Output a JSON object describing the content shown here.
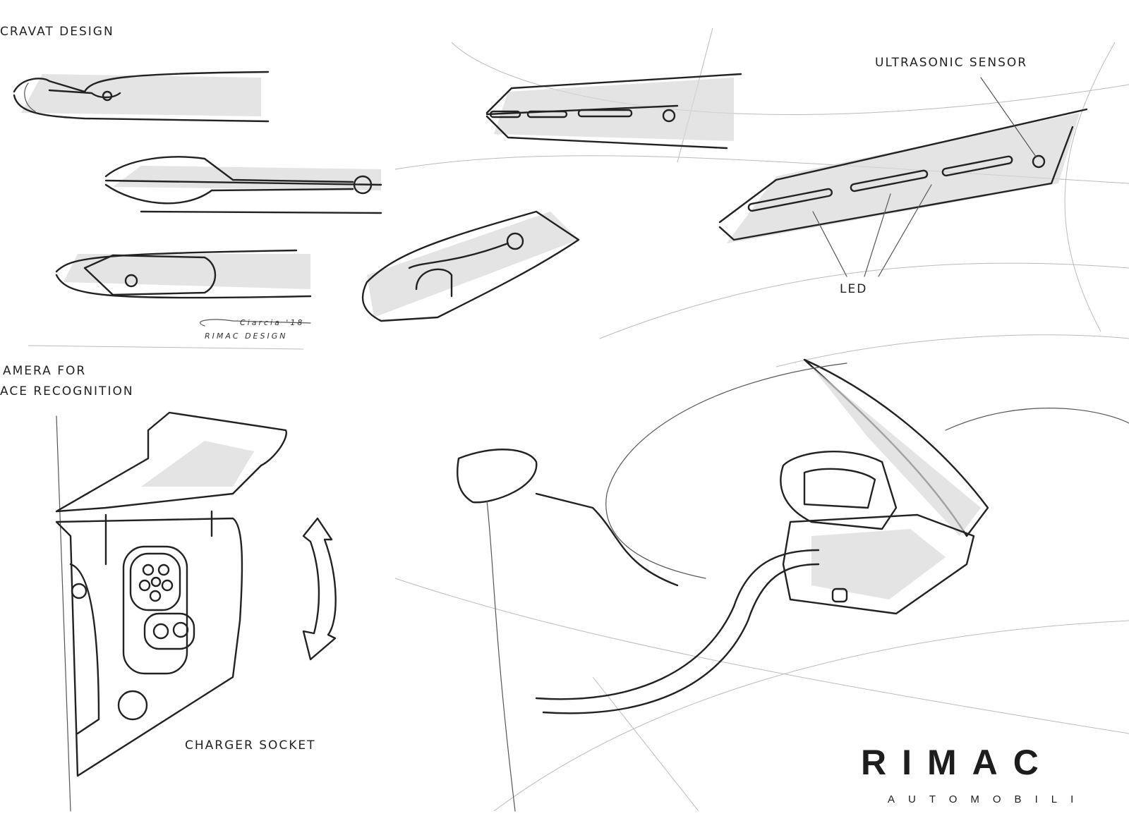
{
  "labels": {
    "cravat_design": "CRAVAT DESIGN",
    "ultrasonic_sensor": "ULTRASONIC SENSOR",
    "led": "LED",
    "camera_line1": "AMERA FOR",
    "camera_line2": "ACE RECOGNITION",
    "charger_socket": "CHARGER SOCKET"
  },
  "signature": {
    "name": "Ciarcia '18",
    "studio": "RIMAC DESIGN"
  },
  "logo": {
    "brand": "RIMAC",
    "subtitle": "AUTOMOBILI",
    "color": "#1d1d1d"
  }
}
